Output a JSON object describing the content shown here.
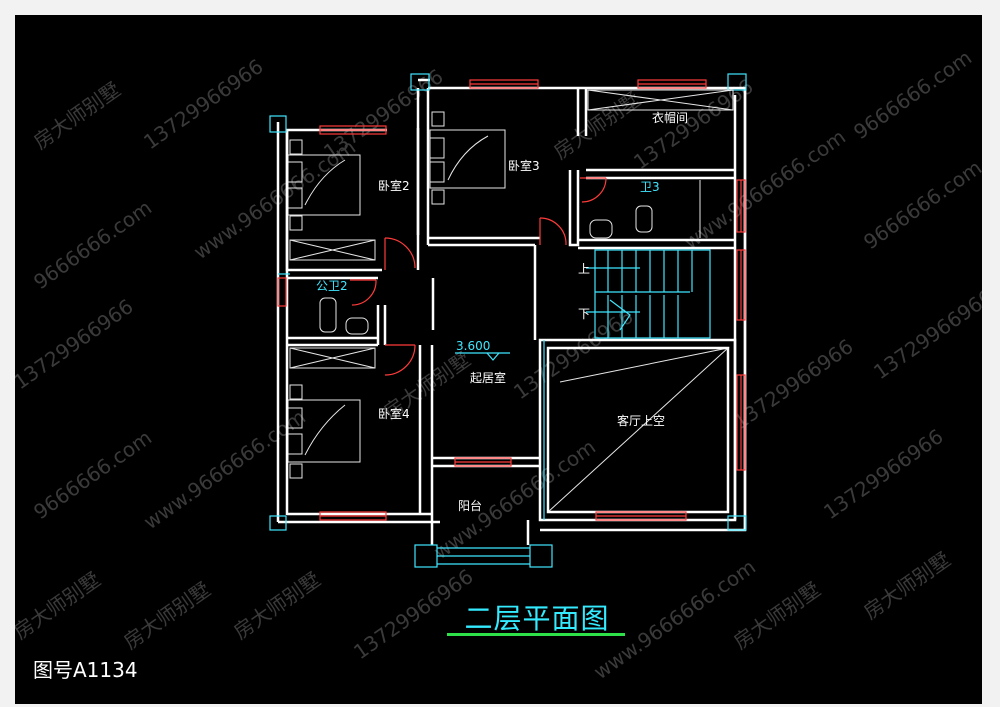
{
  "drawing": {
    "title": "二层平面图",
    "drawing_number": "图号A1134",
    "elevation": "3.600"
  },
  "rooms": {
    "closet": "衣帽间",
    "bedroom2": "卧室2",
    "bedroom3": "卧室3",
    "bathroom3": "卫3",
    "public_bath2": "公卫2",
    "bedroom4": "卧室4",
    "living": "起居室",
    "void_living": "客厅上空",
    "balcony": "阳台"
  },
  "stairs": {
    "up": "上",
    "down": "下"
  },
  "watermark": {
    "company": "房大师别墅",
    "phone": "13729966966",
    "site": "www.9666666.com",
    "site_short": "9666666.com"
  },
  "colors": {
    "background": "#000000",
    "frame": "#f2f2f2",
    "wall": "#ffffff",
    "window": "#ff3b3b",
    "cyan": "#3fe6ff",
    "title": "#33eaff",
    "underline": "#2ee04a"
  }
}
